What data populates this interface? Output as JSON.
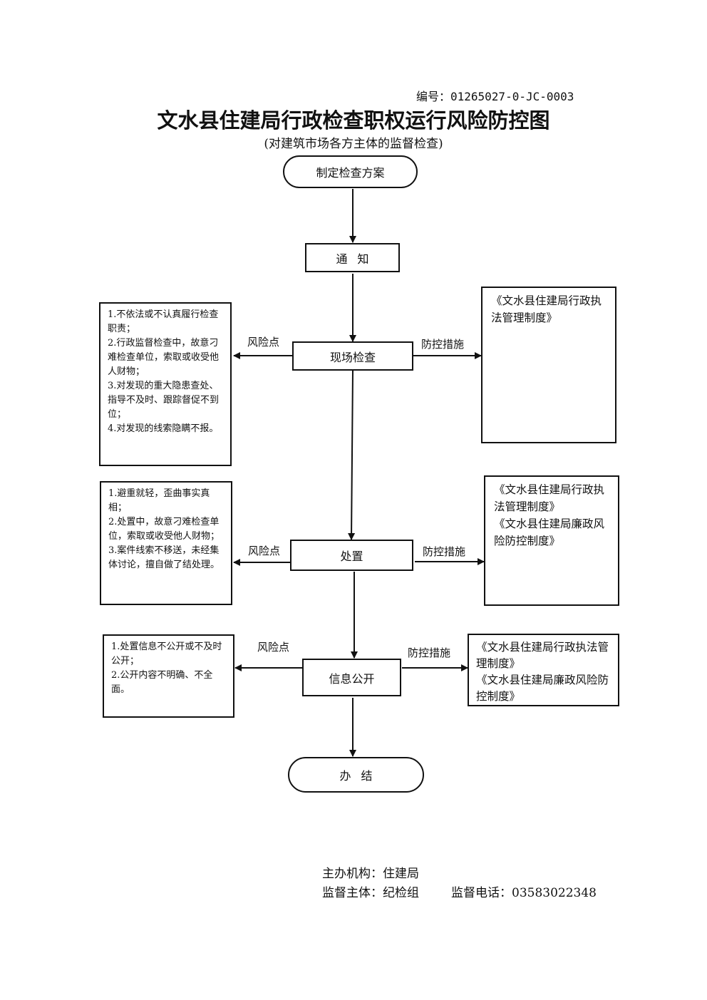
{
  "header": {
    "doc_number": "编号：01265027-0-JC-0003",
    "title": "文水县住建局行政检查职权运行风险防控图",
    "subtitle": "(对建筑市场各方主体的监督检查)"
  },
  "flow": {
    "start": "制定检查方案",
    "notice": "通知",
    "onsite": "现场检查",
    "handle": "处置",
    "publish": "信息公开",
    "end": "办结"
  },
  "labels": {
    "risk_point": "风险点",
    "control_measures": "防控措施"
  },
  "risks": {
    "onsite": [
      "1.不依法或不认真履行检查职责；",
      "2.行政监督检查中，故意刁难检查单位，索取或收受他人财物；",
      "3.对发现的重大隐患查处、指导不及时、跟踪督促不到位；",
      "4.对发现的线索隐瞒不报。"
    ],
    "handle": [
      "1.避重就轻，歪曲事实真相；",
      "2.处置中，故意刁难检查单位，索取或收受他人财物；",
      "3.案件线索不移送，未经集体讨论，擅自做了结处理。"
    ],
    "publish": [
      "1.处置信息不公开或不及时公开；",
      "2.公开内容不明确、不全面。"
    ]
  },
  "measures": {
    "onsite": [
      "《文水县住建局行政执法管理制度》"
    ],
    "handle": [
      "《文水县住建局行政执法管理制度》",
      "《文水县住建局廉政风险防控制度》"
    ],
    "publish": [
      "《文水县住建局行政执法管理制度》",
      "《文水县住建局廉政风险防控制度》"
    ]
  },
  "footer": {
    "organizer": "主办机构：住建局",
    "supervisor": "监督主体：纪检组",
    "phone": "监督电话：03583022348"
  }
}
